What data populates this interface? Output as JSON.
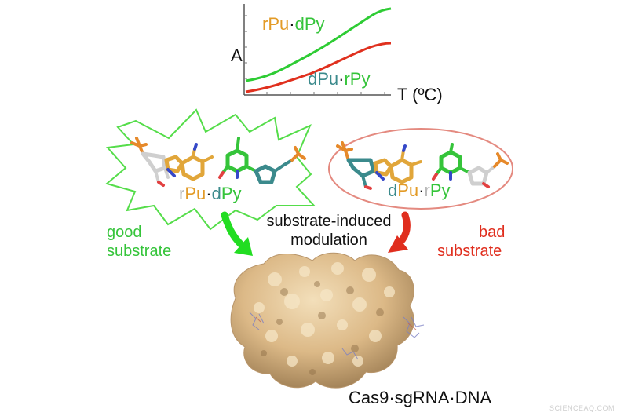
{
  "colors": {
    "green": "#2ecc34",
    "red": "#e0301e",
    "protein": "#e6c79b",
    "tan": "#e0a63a",
    "teal": "#3b8a8c",
    "grey": "#bdbdbd"
  },
  "plot": {
    "y_axis_label": "A",
    "x_axis_label": "T (ºC)",
    "curve_green_label": {
      "part1": "rPu",
      "dot": "·",
      "part2": "dPy"
    },
    "curve_red_label": {
      "part1": "dPu",
      "dot": "·",
      "part2": "rPy"
    }
  },
  "left_substrate": {
    "label": {
      "r1": "r",
      "pu": "Pu",
      "dot": "·",
      "d": "d",
      "py": "Py"
    },
    "caption_line1": "good",
    "caption_line2": "substrate"
  },
  "right_substrate": {
    "label": {
      "d1": "d",
      "pu": "Pu",
      "dot": "·",
      "r": "r",
      "py": "Py"
    },
    "caption_line1": "bad",
    "caption_line2": "substrate"
  },
  "center_text": {
    "line1": "substrate-induced",
    "line2": "modulation"
  },
  "complex_label": "Cas9·sgRNA·DNA",
  "watermark": "SCIENCEAQ.COM"
}
